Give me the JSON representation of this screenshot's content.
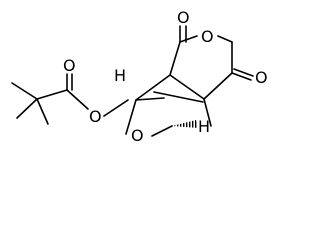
{
  "molecule": {
    "atoms": {
      "carbonyl_o_1": "O",
      "anhydride_o": "O",
      "carbonyl_o_2": "O",
      "ester_carbonyl_o": "O",
      "ester_o": "O",
      "bridge_o": "O",
      "stereo_h_left": "H",
      "stereo_h_right": "H"
    },
    "colors": {
      "stroke": "#000000",
      "background": "#ffffff"
    }
  }
}
